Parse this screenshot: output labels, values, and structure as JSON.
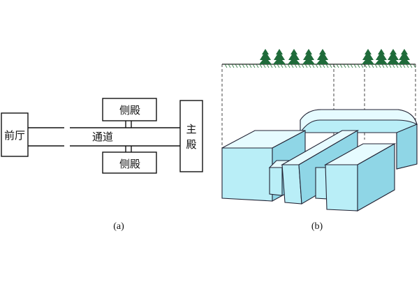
{
  "left_diagram": {
    "front_hall": "前厅",
    "passage": "通道",
    "side_hall_top": "侧殿",
    "side_hall_bottom": "侧殿",
    "main_hall_line1": "主",
    "main_hall_line2": "殿",
    "caption": "(a)"
  },
  "right_diagram": {
    "caption": "(b)",
    "colors": {
      "block_front": "#b9eef7",
      "block_top": "#e6fbff",
      "block_side": "#8fd6e6",
      "tree": "#1f6b3a",
      "grass": "#2a7a3e"
    }
  }
}
